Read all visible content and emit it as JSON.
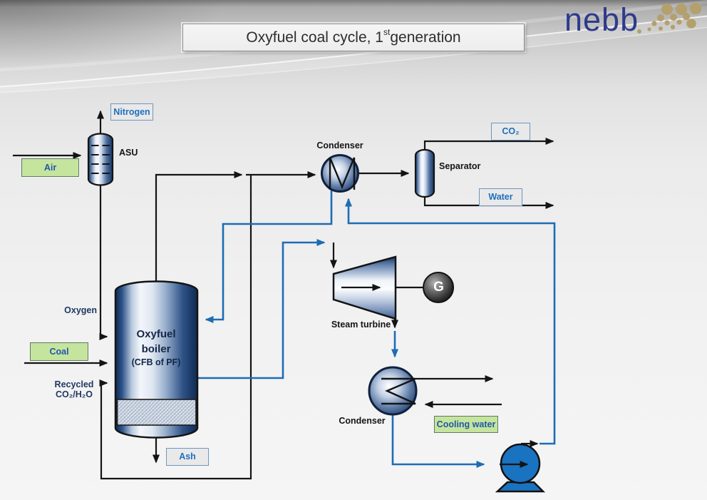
{
  "slide_title": {
    "prefix": "Oxyfuel coal cycle, 1",
    "superscript": "st",
    "suffix": " generation"
  },
  "logo": {
    "wordmark": "nebb"
  },
  "streams": {
    "nitrogen": "Nitrogen",
    "air": "Air",
    "oxygen": "Oxygen",
    "coal": "Coal",
    "recycled_line1": "Recycled",
    "recycled_line2": "CO₂/H₂O",
    "co2": "CO₂",
    "water": "Water",
    "ash": "Ash",
    "cooling_water": "Cooling water"
  },
  "equipment": {
    "asu": "ASU",
    "condenser_top": "Condenser",
    "separator": "Separator",
    "boiler_line1": "Oxyfuel",
    "boiler_line2": "boiler",
    "boiler_line3": "(CFB of PF)",
    "steam_turbine": "Steam turbine",
    "generator": "G",
    "condenser_bottom": "Condenser"
  },
  "colors": {
    "process_line": "#141414",
    "water_steam_line": "#1d6cb5",
    "tag_gray_bg": "#e9e9e9",
    "tag_blue_border": "#6d96bf",
    "tag_blue_text": "#1e6fc0",
    "tag_green_bg": "#c5e49e",
    "tag_green_border": "#5f7864",
    "navy_label_text": "#203864",
    "logo_text": "#2e3a8c",
    "logo_dots": "#b4a06d",
    "pump_fill": "#1a73c0"
  }
}
